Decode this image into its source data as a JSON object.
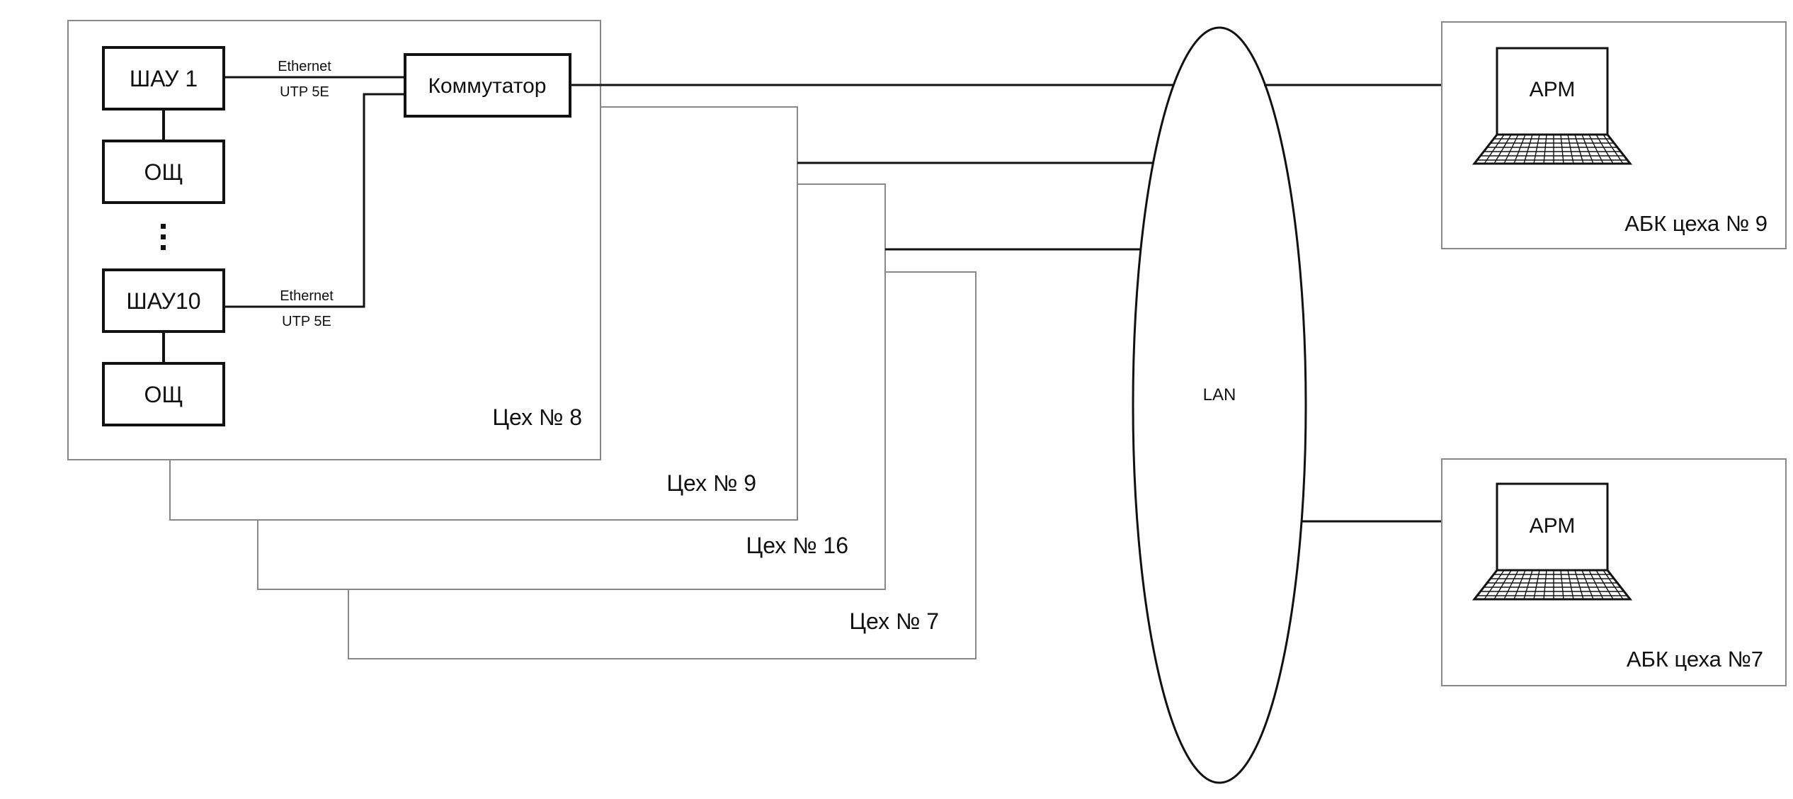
{
  "workshops": [
    {
      "label": "Цех № 8"
    },
    {
      "label": "Цех № 9"
    },
    {
      "label": "Цех № 16"
    },
    {
      "label": "Цех № 7"
    }
  ],
  "devices": {
    "shau_first": "ШАУ 1",
    "osh_first": "ОЩ",
    "shau_last": "ШАУ10",
    "osh_last": "ОЩ",
    "switch": "Коммутатор"
  },
  "links": {
    "top_type": "Ethernet",
    "top_cable": "UTP 5E",
    "bottom_type": "Ethernet",
    "bottom_cable": "UTP 5E"
  },
  "network": {
    "label": "LAN"
  },
  "stations": [
    {
      "label": "АБК цеха № 9",
      "arm_label": "АРМ"
    },
    {
      "label": "АБК цеха №7",
      "arm_label": "АРМ"
    }
  ],
  "colors": {
    "line": "#111111",
    "panel_border": "#888888",
    "background": "#ffffff"
  }
}
